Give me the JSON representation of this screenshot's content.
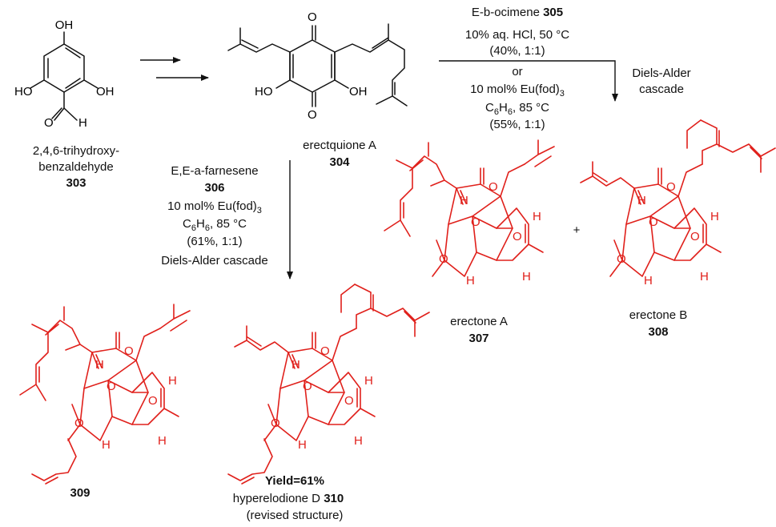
{
  "colors": {
    "bond_black": "#111111",
    "bond_red": "#e0201b",
    "yield_blue": "#1c1cd6"
  },
  "compounds": {
    "c303": {
      "name_line1": "2,4,6-trihydroxy-",
      "name_line2": "benzaldehyde",
      "number": "303"
    },
    "c304": {
      "name": "erectquione A",
      "number": "304"
    },
    "c307": {
      "name": "erectone A",
      "number": "307"
    },
    "c308": {
      "name": "erectone B",
      "number": "308"
    },
    "c309": {
      "number": "309"
    },
    "c310": {
      "yield": "Yield=61%",
      "name": "hyperelodione D",
      "number": "310",
      "note": "(revised structure)"
    }
  },
  "conditions_right": {
    "reagent": "E-b-ocimene",
    "reagent_number": "305",
    "cond1": "10% aq. HCl, 50 °C",
    "yield1": "(40%, 1:1)",
    "or": "or",
    "cond2": "10 mol% Eu(fod)",
    "cond2_sub": "3",
    "solvent_a": "C",
    "solvent_sub": "6",
    "solvent_b": "H",
    "solvent_sub2": "6",
    "solvent_c": ", 85 °C",
    "yield2": "(55%, 1:1)",
    "side1": "Diels-Alder",
    "side2": "cascade"
  },
  "conditions_down": {
    "reagent": "E,E-a-farnesene",
    "reagent_number": "306",
    "cond": "10 mol% Eu(fod)",
    "cond_sub": "3",
    "solvent_a": "C",
    "solvent_sub": "6",
    "solvent_b": "H",
    "solvent_sub2": "6",
    "solvent_c": ", 85 °C",
    "yield": "(61%, 1:1)",
    "type": "Diels-Alder cascade"
  },
  "plus": "+",
  "atoms": {
    "OH": "OH",
    "HO": "HO",
    "O": "O",
    "H": "H"
  }
}
